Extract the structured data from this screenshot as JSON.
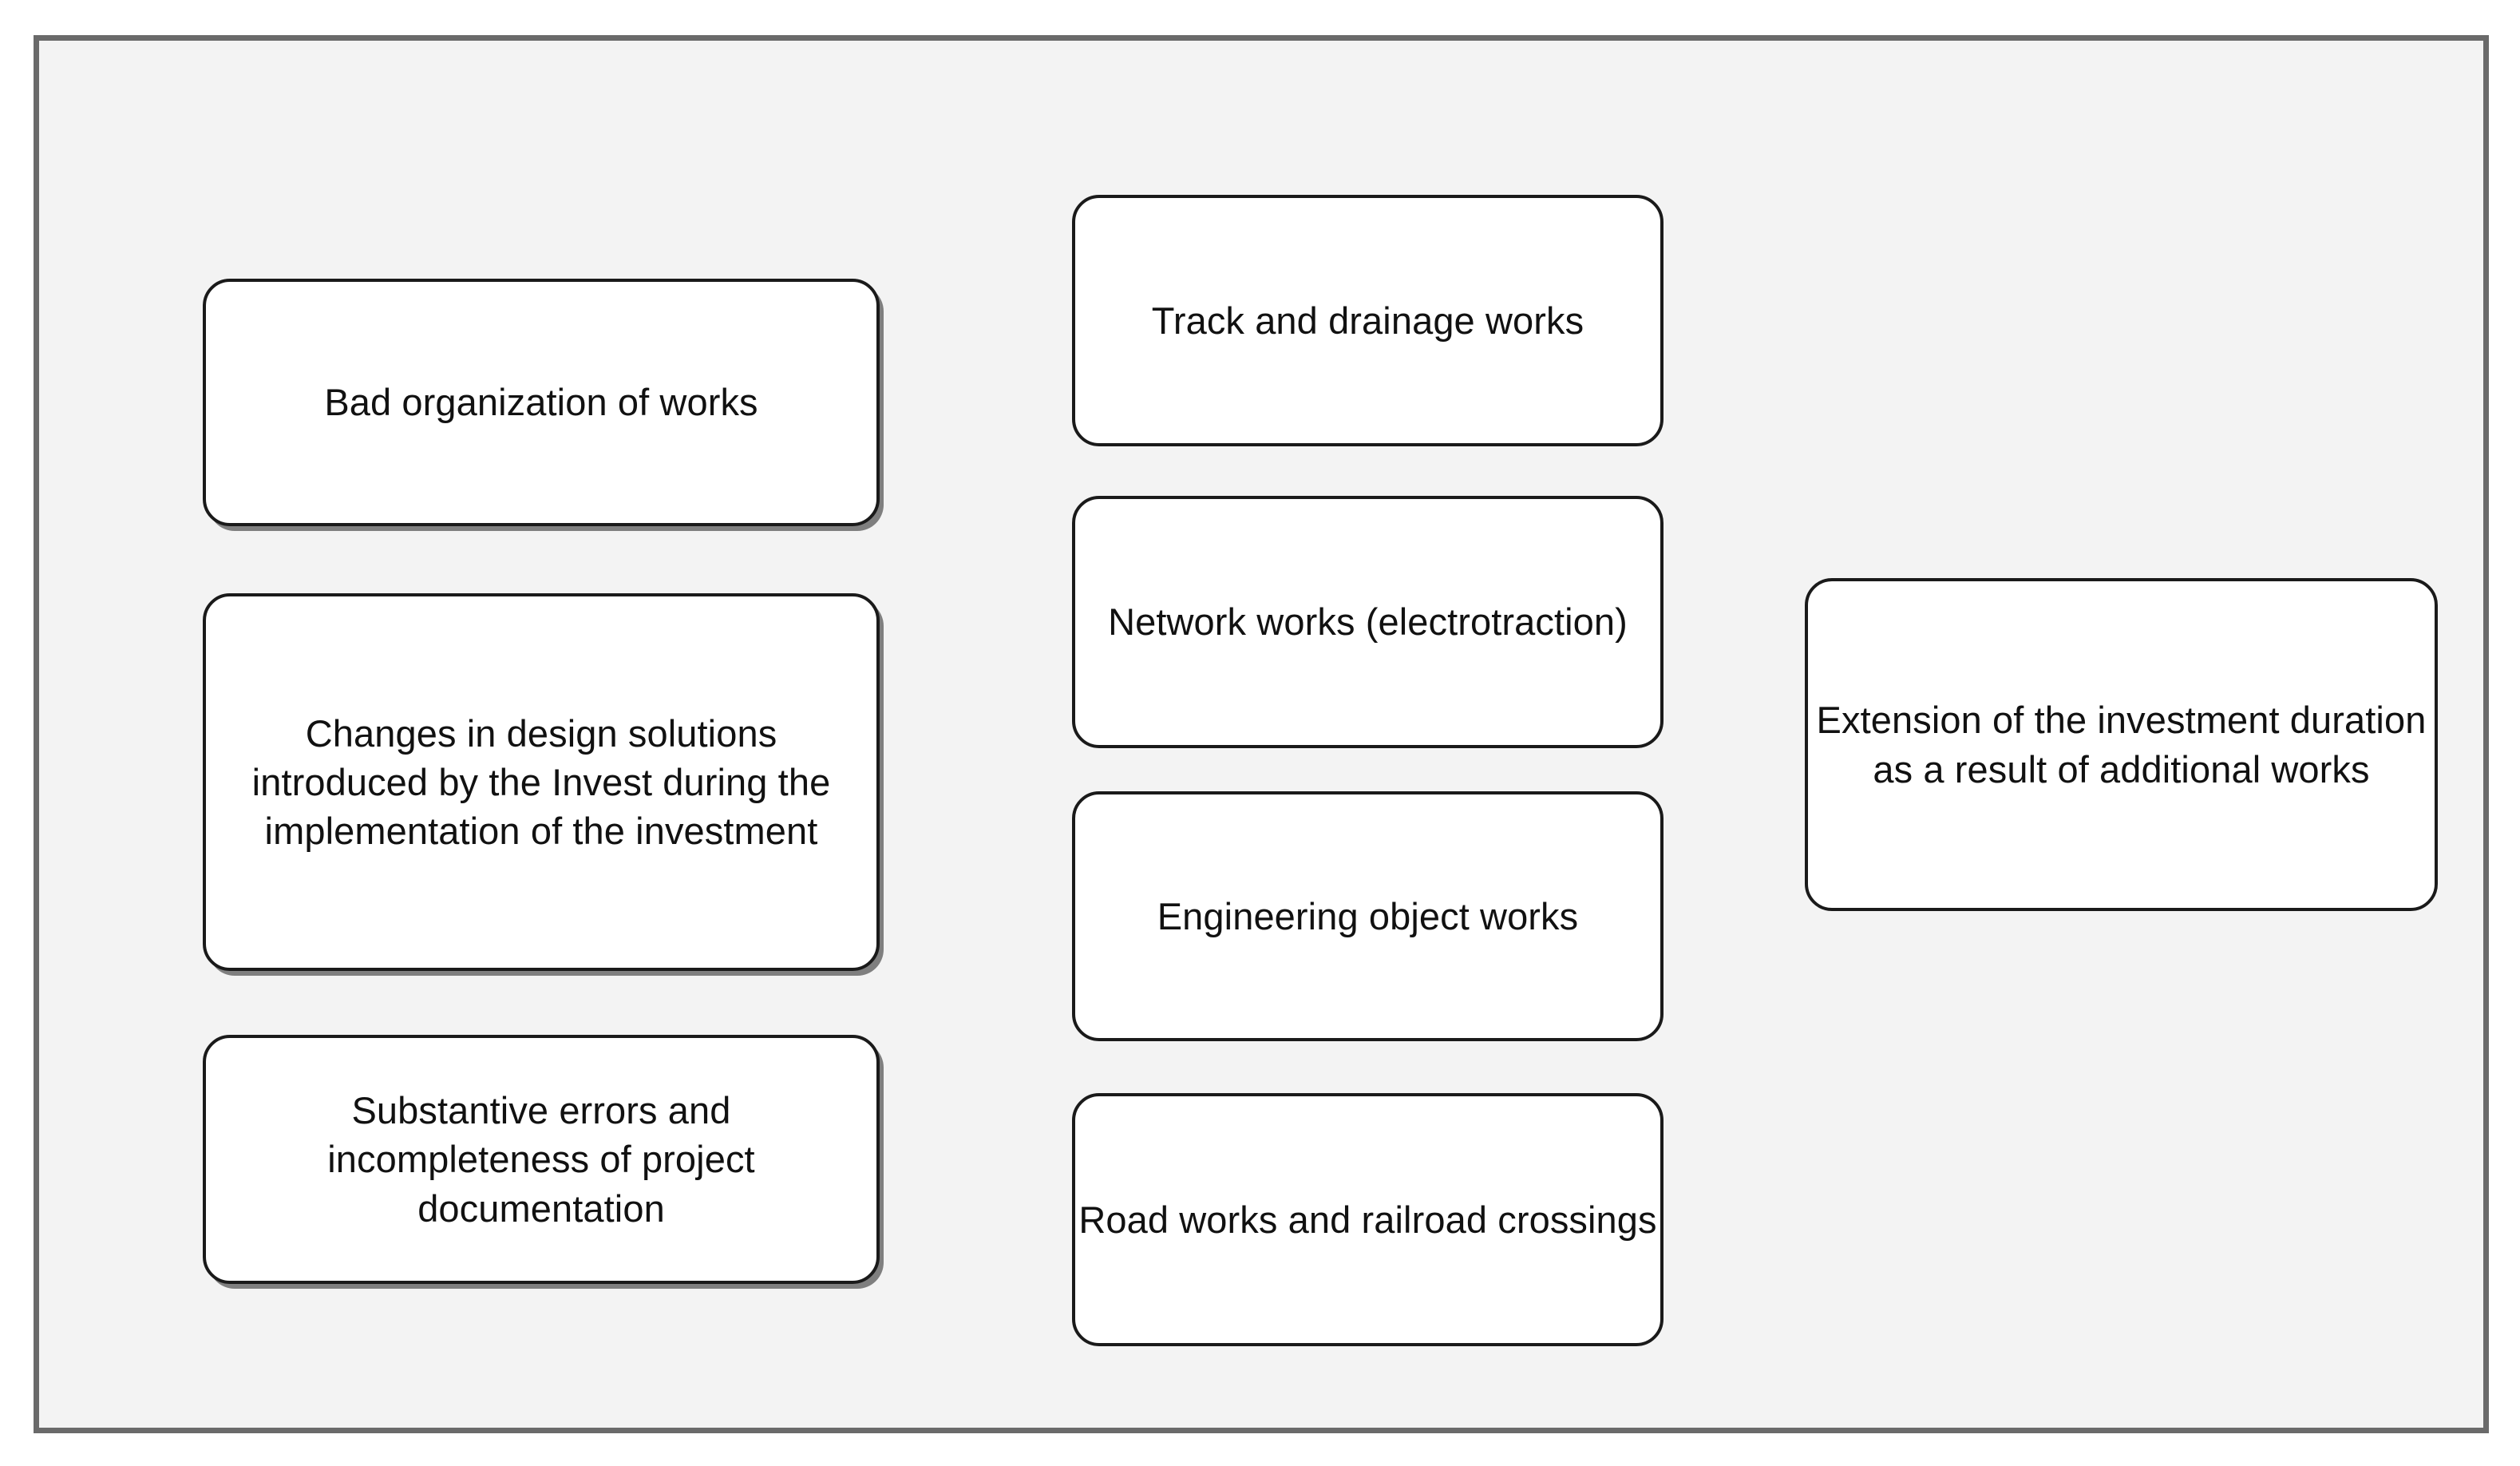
{
  "diagram": {
    "type": "three-column-block-diagram",
    "background_color": "#ffffff",
    "panel_fill": "#f3f3f3",
    "panel_border_color": "#6a6a6a",
    "node_fill": "#ffffff",
    "node_border_color": "#1a1a1a",
    "node_shadow_color": "#787878",
    "text_color": "#111111",
    "columns": [
      {
        "id": "causes",
        "nodes": [
          {
            "id": "bad-organization",
            "label": "Bad organization of works"
          },
          {
            "id": "design-changes",
            "label": "Changes in design solutions introduced by the Invest during the implementation of the investment"
          },
          {
            "id": "documentation-errors",
            "label": "Substantive errors and incompleteness of project documentation"
          }
        ]
      },
      {
        "id": "work-types",
        "nodes": [
          {
            "id": "track-drainage",
            "label": "Track and drainage works"
          },
          {
            "id": "network-works",
            "label": "Network works (electrotraction)"
          },
          {
            "id": "engineering-works",
            "label": "Engineering object works"
          },
          {
            "id": "road-rail-works",
            "label": "Road works and railroad crossings"
          }
        ]
      },
      {
        "id": "effect",
        "nodes": [
          {
            "id": "duration-extension",
            "label": "Extension of the investment duration as a result of additional works"
          }
        ]
      }
    ]
  }
}
